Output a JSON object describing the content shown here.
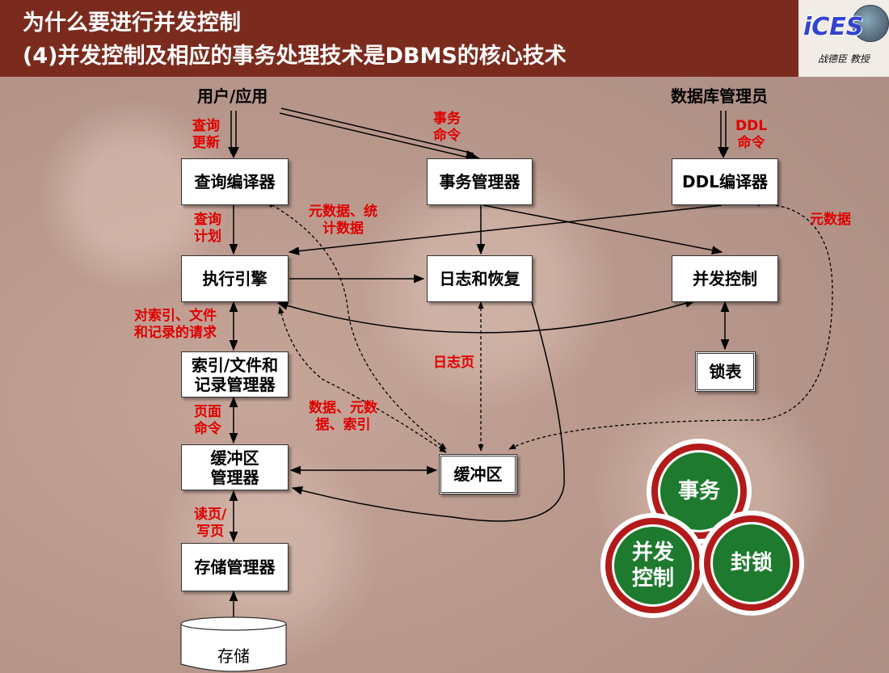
{
  "header": {
    "title": "为什么要进行并发控制",
    "subtitle": "(4)并发控制及相应的事务处理技术是DBMS的核心技术",
    "logo_text": "iCES",
    "logo_caption": "战德臣 教授"
  },
  "sources": {
    "user": "用户/应用",
    "dba": "数据库管理员"
  },
  "boxes": {
    "query_compiler": "查询编译器",
    "tx_manager": "事务管理器",
    "ddl_compiler": "DDL编译器",
    "exec_engine": "执行引擎",
    "log_recovery": "日志和恢复",
    "concurrency": "并发控制",
    "lock_table": "锁表",
    "index_mgr_l1": "索引/文件和",
    "index_mgr_l2": "记录管理器",
    "buffer_mgr_l1": "缓冲区",
    "buffer_mgr_l2": "管理器",
    "buffer": "缓冲区",
    "storage_mgr": "存储管理器",
    "storage": "存储"
  },
  "labels": {
    "query_update_1": "查询",
    "query_update_2": "更新",
    "tx_cmd_1": "事务",
    "tx_cmd_2": "命令",
    "ddl_cmd_1": "DDL",
    "ddl_cmd_2": "命令",
    "query_plan_1": "查询",
    "query_plan_2": "计划",
    "meta_stats_1": "元数据、统",
    "meta_stats_2": "计数据",
    "metadata": "元数据",
    "req_1": "对索引、文件",
    "req_2": "和记录的请求",
    "log_page": "日志页",
    "page_cmd_1": "页面",
    "page_cmd_2": "命令",
    "data_meta_1": "数据、元数",
    "data_meta_2": "据、索引",
    "rw_1": "读页/",
    "rw_2": "写页"
  },
  "circles": {
    "transaction": "事务",
    "concurrency_1": "并发",
    "concurrency_2": "控制",
    "locking": "封锁"
  },
  "colors": {
    "header_bg": "#7b2b1e",
    "label_red": "#e00000",
    "circle_ring": "#b31a1a",
    "circle_fill": "#1e7a2e"
  }
}
